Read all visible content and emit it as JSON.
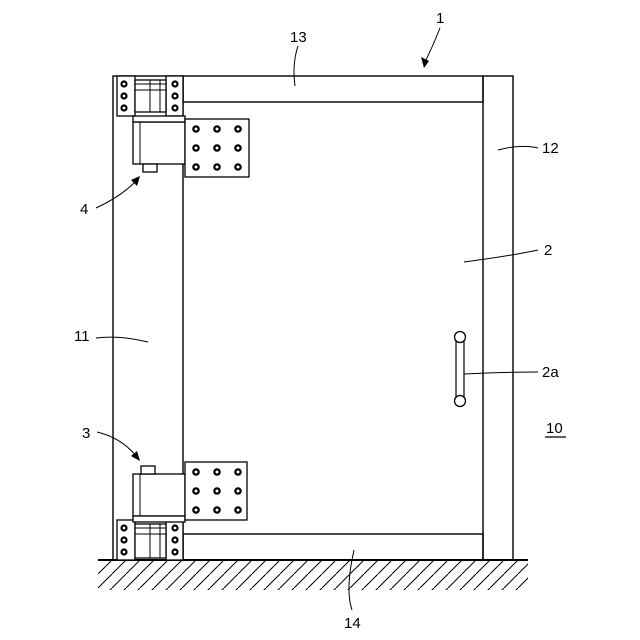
{
  "labels": {
    "assembly": "1",
    "door": "2",
    "handle": "2a",
    "lower_hinge": "3",
    "upper_hinge": "4",
    "overall": "10",
    "left_post": "11",
    "right_post": "12",
    "top_rail": "13",
    "bottom_rail": "14"
  }
}
